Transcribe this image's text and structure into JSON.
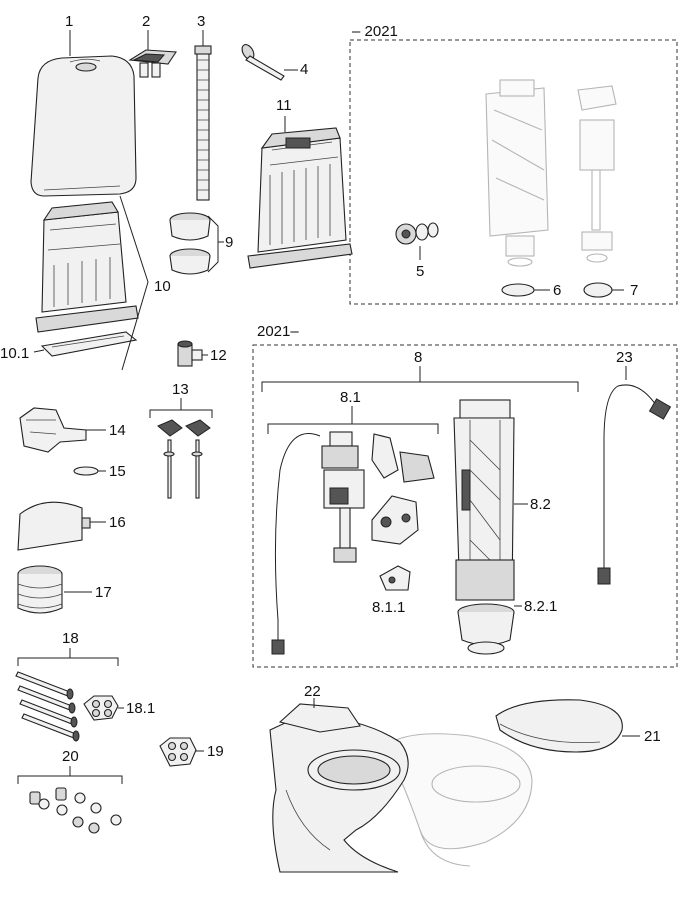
{
  "groups": {
    "before": "– 2021",
    "after": "2021–"
  },
  "callouts": {
    "p1": "1",
    "p2": "2",
    "p3": "3",
    "p4": "4",
    "p5": "5",
    "p6": "6",
    "p7": "7",
    "p8": "8",
    "p8_1": "8.1",
    "p8_1_1": "8.1.1",
    "p8_2": "8.2",
    "p8_2_1": "8.2.1",
    "p9": "9",
    "p10": "10",
    "p10_1": "10.1",
    "p11": "11",
    "p12": "12",
    "p13": "13",
    "p14": "14",
    "p15": "15",
    "p16": "16",
    "p17": "17",
    "p18": "18",
    "p18_1": "18.1",
    "p19": "19",
    "p20": "20",
    "p21": "21",
    "p22": "22",
    "p23": "23"
  }
}
